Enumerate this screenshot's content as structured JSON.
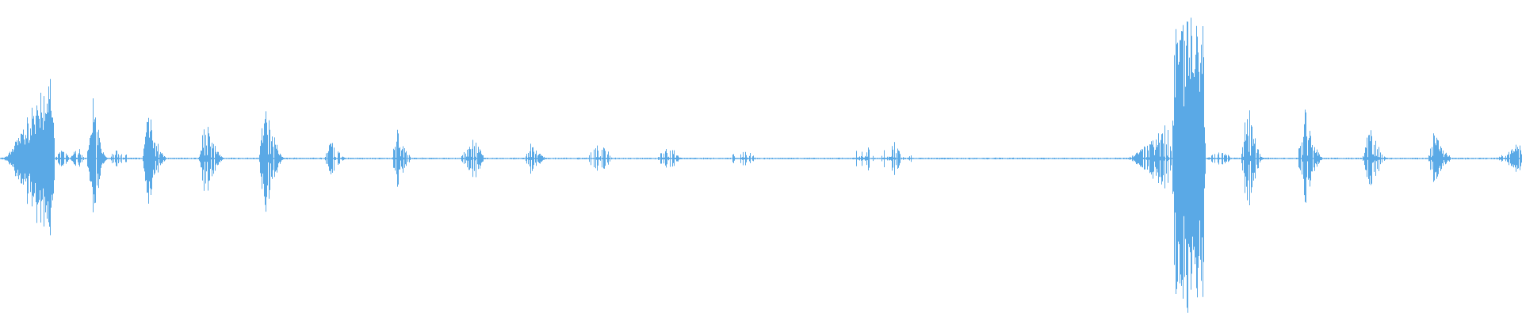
{
  "waveform": {
    "color": "#5aa9e6",
    "baseline_amplitude": 0.004,
    "bursts": [
      {
        "start": 0.0,
        "end": 0.036,
        "amplitude": 0.86,
        "shape": "swell",
        "density": 1.0
      },
      {
        "start": 0.036,
        "end": 0.046,
        "amplitude": 0.06,
        "shape": "bump",
        "density": 0.7
      },
      {
        "start": 0.046,
        "end": 0.055,
        "amplitude": 0.07,
        "shape": "bump",
        "density": 0.7
      },
      {
        "start": 0.057,
        "end": 0.071,
        "amplitude": 0.46,
        "shape": "attack",
        "density": 0.95
      },
      {
        "start": 0.071,
        "end": 0.085,
        "amplitude": 0.06,
        "shape": "bump",
        "density": 0.7
      },
      {
        "start": 0.093,
        "end": 0.11,
        "amplitude": 0.32,
        "shape": "attack",
        "density": 0.85
      },
      {
        "start": 0.13,
        "end": 0.148,
        "amplitude": 0.26,
        "shape": "attack",
        "density": 0.8
      },
      {
        "start": 0.17,
        "end": 0.187,
        "amplitude": 0.4,
        "shape": "attack",
        "density": 0.8
      },
      {
        "start": 0.213,
        "end": 0.228,
        "amplitude": 0.14,
        "shape": "attack",
        "density": 0.7
      },
      {
        "start": 0.257,
        "end": 0.272,
        "amplitude": 0.2,
        "shape": "attack",
        "density": 0.7
      },
      {
        "start": 0.302,
        "end": 0.318,
        "amplitude": 0.13,
        "shape": "bump",
        "density": 0.65
      },
      {
        "start": 0.345,
        "end": 0.36,
        "amplitude": 0.12,
        "shape": "attack",
        "density": 0.6
      },
      {
        "start": 0.385,
        "end": 0.402,
        "amplitude": 0.1,
        "shape": "bump",
        "density": 0.55
      },
      {
        "start": 0.432,
        "end": 0.447,
        "amplitude": 0.08,
        "shape": "bump",
        "density": 0.5
      },
      {
        "start": 0.478,
        "end": 0.497,
        "amplitude": 0.06,
        "shape": "bump",
        "density": 0.45
      },
      {
        "start": 0.562,
        "end": 0.6,
        "amplitude": 0.12,
        "shape": "flat",
        "density": 0.45
      },
      {
        "start": 0.738,
        "end": 0.77,
        "amplitude": 0.3,
        "shape": "swell",
        "density": 0.85
      },
      {
        "start": 0.77,
        "end": 0.792,
        "amplitude": 0.98,
        "shape": "sustain",
        "density": 1.0
      },
      {
        "start": 0.792,
        "end": 0.812,
        "amplitude": 0.04,
        "shape": "bump",
        "density": 0.5
      },
      {
        "start": 0.815,
        "end": 0.83,
        "amplitude": 0.4,
        "shape": "attack",
        "density": 0.85
      },
      {
        "start": 0.852,
        "end": 0.87,
        "amplitude": 0.34,
        "shape": "attack",
        "density": 0.85
      },
      {
        "start": 0.895,
        "end": 0.912,
        "amplitude": 0.28,
        "shape": "attack",
        "density": 0.8
      },
      {
        "start": 0.938,
        "end": 0.955,
        "amplitude": 0.2,
        "shape": "attack",
        "density": 0.75
      },
      {
        "start": 0.98,
        "end": 1.0,
        "amplitude": 0.13,
        "shape": "swell",
        "density": 0.75
      }
    ]
  }
}
